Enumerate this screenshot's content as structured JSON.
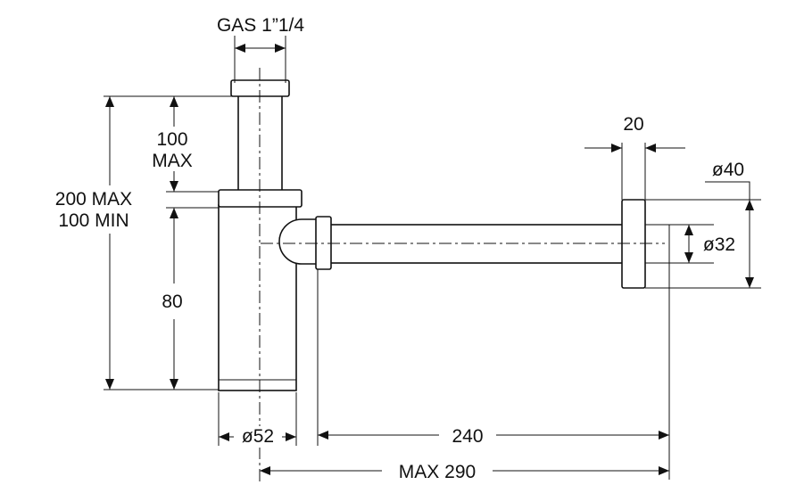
{
  "labels": {
    "gas": "GAS 1”1/4",
    "h100_line1": "100",
    "h100_line2": "MAX",
    "h200_line1": "200 MAX",
    "h200_line2": "100 MIN",
    "h80": "80",
    "d52": "ø52",
    "w240": "240",
    "max290": "MAX 290",
    "w20": "20",
    "d40": "ø40",
    "d32": "ø32"
  }
}
